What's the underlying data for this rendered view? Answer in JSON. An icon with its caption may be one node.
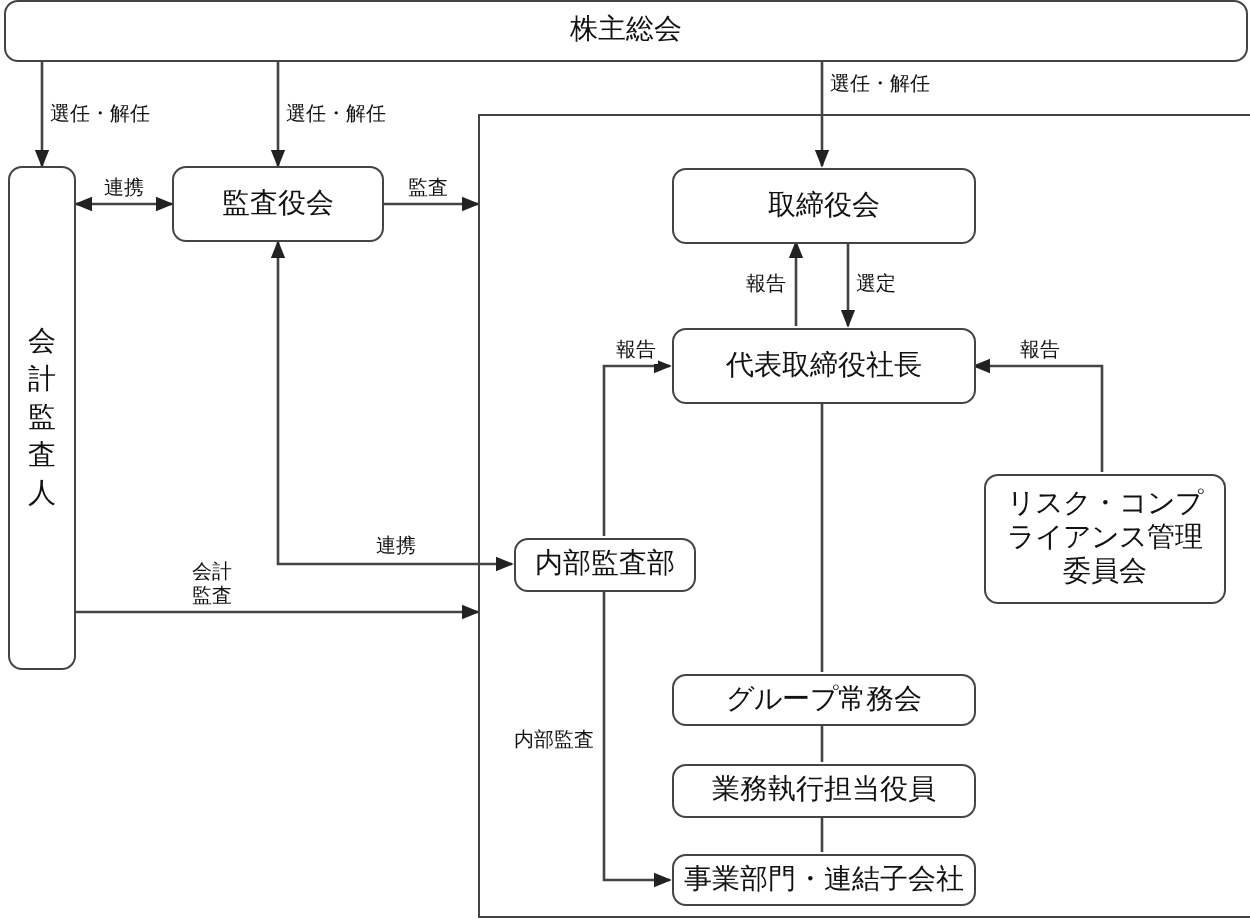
{
  "diagram": {
    "nodes": [
      {
        "text": [
          "株主総会"
        ]
      },
      {
        "text": [
          "会計監査人"
        ]
      },
      {
        "text": [
          "監査役会"
        ]
      },
      {
        "text": [],
        "shape": "box"
      },
      {
        "text": [
          "取締役会"
        ],
        "in": 3
      },
      {
        "text": [
          "代表取締役社長"
        ],
        "in": 3
      },
      {
        "text": [
          "内部監査部"
        ],
        "in": 3
      },
      {
        "text": [
          "リスク・コンプライアンス管理委員会"
        ],
        "in": 3
      },
      {
        "text": [
          "グループ常務会"
        ],
        "in": 3
      },
      {
        "text": [
          "業務執行担当役員"
        ],
        "in": 3
      },
      {
        "text": [
          "事業部門・連結子会社"
        ],
        "in": 3
      }
    ],
    "edges": [
      {
        "from": 0,
        "to": 1,
        "arrow": "to",
        "label": "選任・解任"
      },
      {
        "from": 0,
        "to": 2,
        "arrow": "to",
        "label": "選任・解任"
      },
      {
        "from": 0,
        "to": 4,
        "arrow": "to",
        "label": "選任・解任"
      },
      {
        "from": 1,
        "to": 2,
        "arrow": "both",
        "label": "連携"
      },
      {
        "from": 2,
        "to": 3,
        "arrow": "to",
        "label": "監査"
      },
      {
        "from": 4,
        "to": 5,
        "arrow": "to",
        "label": "選定"
      },
      {
        "from": 5,
        "to": 4,
        "arrow": "to",
        "label": "報告"
      },
      {
        "from": 2,
        "to": 6,
        "arrow": "both",
        "label": "連携"
      },
      {
        "from": 1,
        "to": 3,
        "arrow": "to",
        "label": "会計監査"
      },
      {
        "from": 6,
        "to": 5,
        "arrow": "to",
        "label": "報告"
      },
      {
        "from": 6,
        "to": 10,
        "arrow": "to",
        "label": "内部監査"
      },
      {
        "from": 7,
        "to": 5,
        "arrow": "to",
        "label": "報告"
      },
      {
        "from": 5,
        "to": 8,
        "arrow": "none"
      },
      {
        "from": 8,
        "to": 9,
        "arrow": "none"
      },
      {
        "from": 9,
        "to": 10,
        "arrow": "none"
      }
    ]
  }
}
